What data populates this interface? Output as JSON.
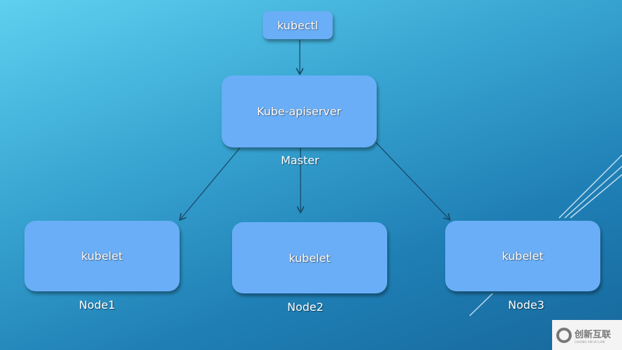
{
  "nodes": {
    "kubectl": "kubectl",
    "apiserver": "Kube-apiserver",
    "master_label": "Master",
    "node1_box": "kubelet",
    "node2_box": "kubelet",
    "node3_box": "kubelet",
    "node1_label": "Node1",
    "node2_label": "Node2",
    "node3_label": "Node3"
  },
  "watermark": {
    "text": "创新互联",
    "subtext": "CHUANG XIN HU LIAN"
  }
}
